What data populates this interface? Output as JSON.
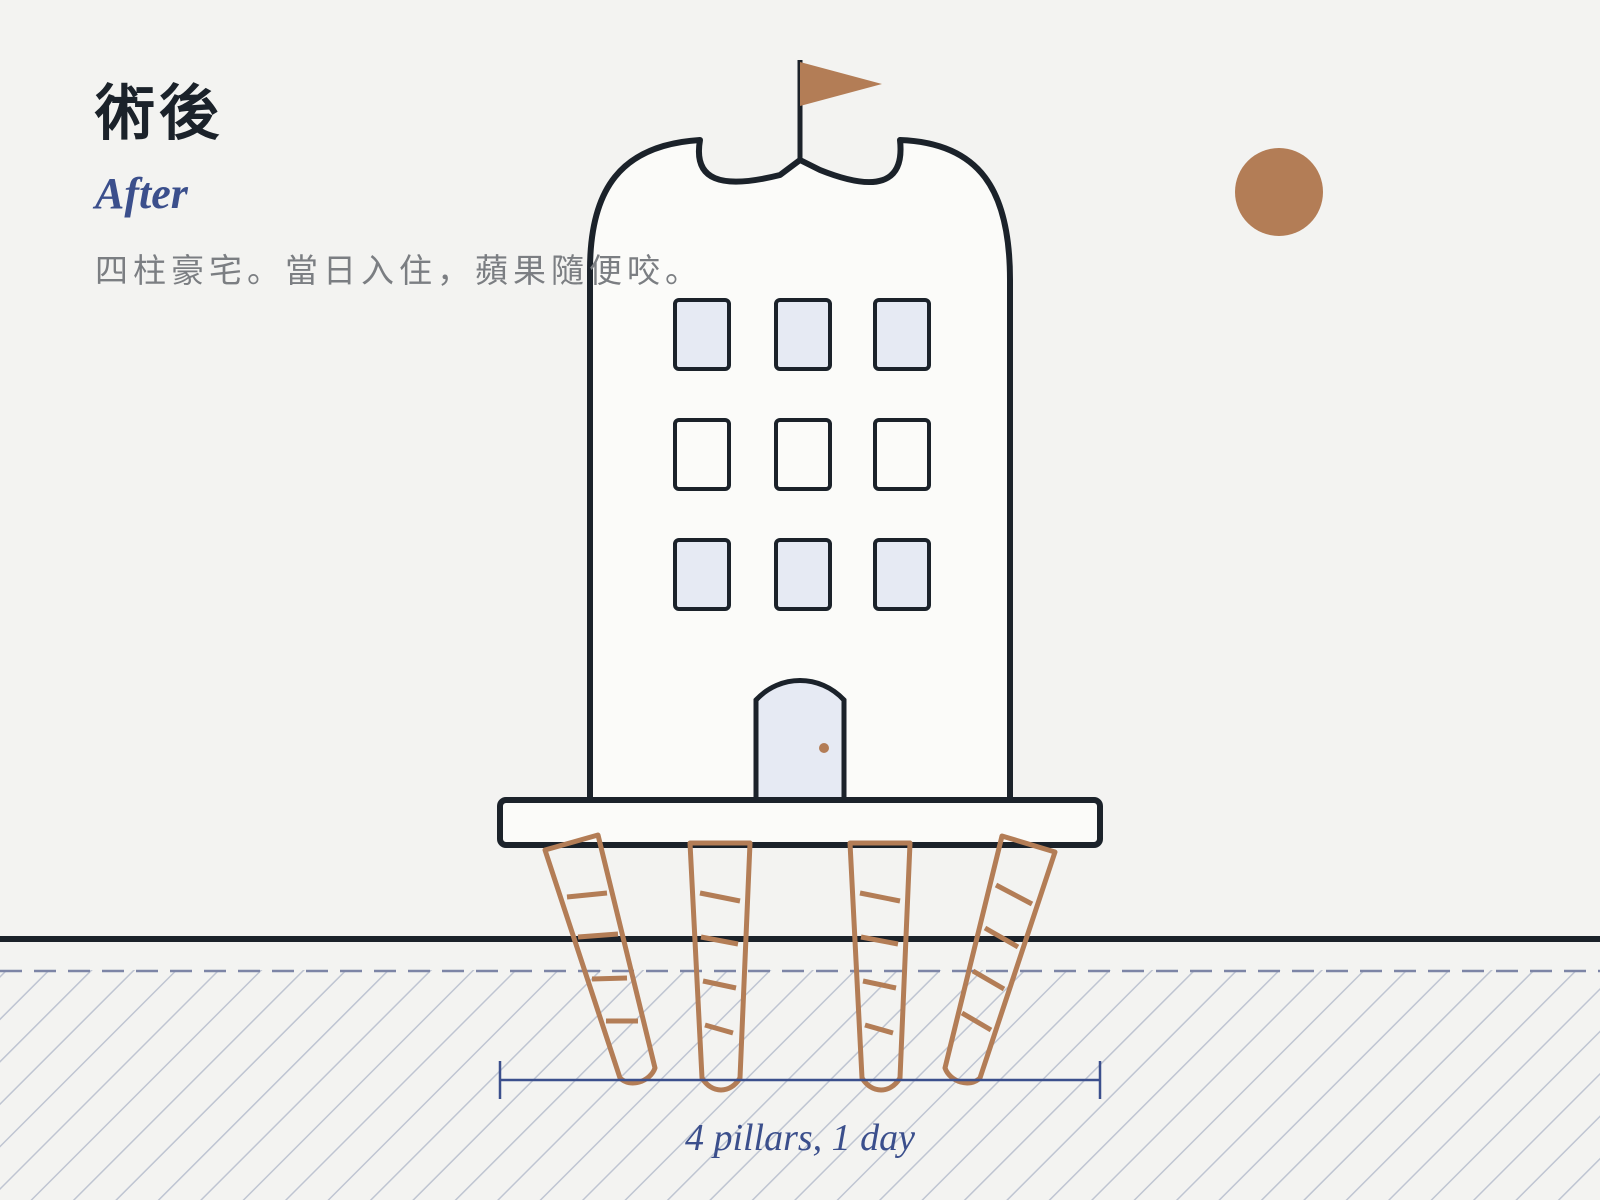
{
  "heading": {
    "title_zh": "術後",
    "title_en": "After",
    "caption": "四柱豪宅。當日入住，蘋果隨便咬。"
  },
  "dimension": {
    "label": "4 pillars, 1 day"
  },
  "colors": {
    "background": "#f3f3f1",
    "ink": "#1b222a",
    "accent_copper": "#b37d56",
    "accent_blue": "#3b4f8c",
    "window_fill": "#e6eaf3",
    "building_fill": "#fbfbf9",
    "ground_hatch": "#bfc5d2"
  },
  "icons": {
    "flag": "flag-icon",
    "sun": "sun-icon",
    "door_knob": "door-knob-icon"
  }
}
